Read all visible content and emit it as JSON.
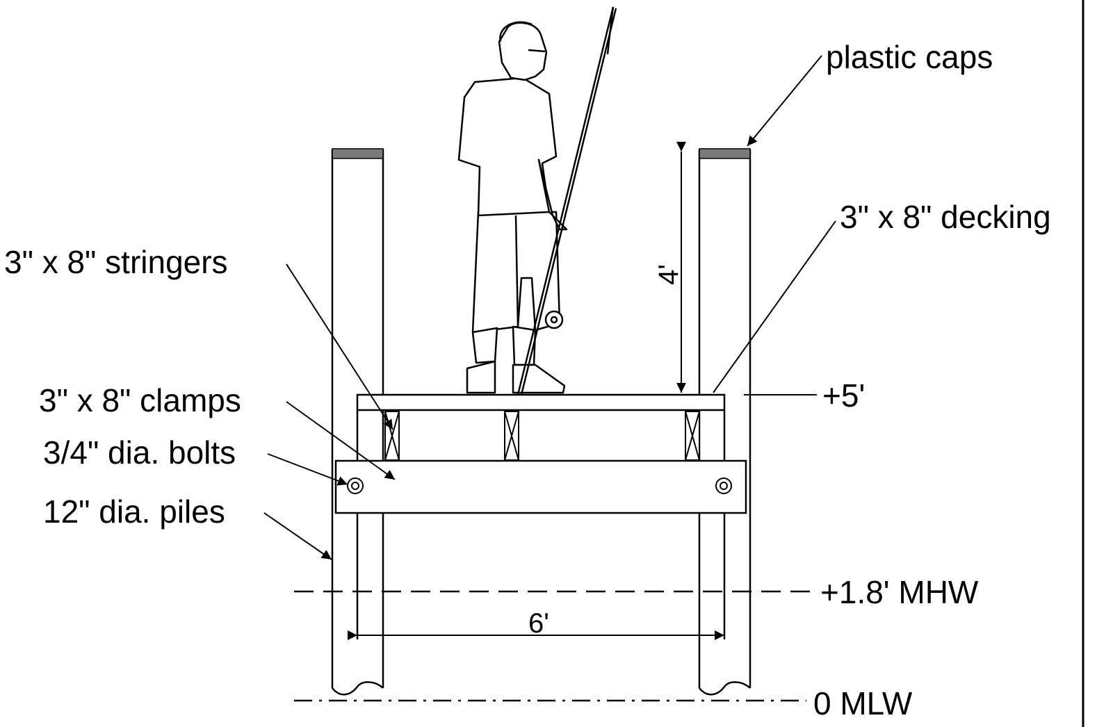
{
  "labels": {
    "plastic_caps": "plastic caps",
    "decking": "3\" x 8\" decking",
    "stringers": "3\" x 8\" stringers",
    "clamps": "3\" x 8\" clamps",
    "bolts": "3/4\" dia. bolts",
    "piles": "12\" dia. piles",
    "deck_elevation": "+5'",
    "mhw": "+1.8' MHW",
    "mlw": "0 MLW",
    "rail_height": "4'",
    "width": "6'"
  },
  "colors": {
    "line": "#000000",
    "cap": "#7a7a7a"
  }
}
